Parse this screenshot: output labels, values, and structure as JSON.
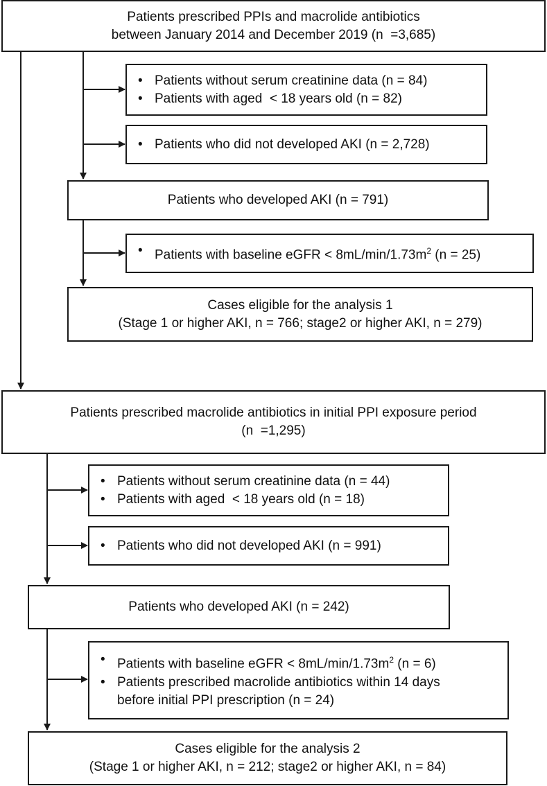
{
  "top_box": {
    "line1": "Patients prescribed PPIs and macrolide antibiotics",
    "line2": "between January 2014 and December 2019 (n  =3,685)"
  },
  "exclusion1a": {
    "items": [
      "Patients without serum creatinine data (n = 84)",
      "Patients with aged  < 18 years old (n = 82)"
    ]
  },
  "exclusion1b": {
    "items": [
      "Patients who did not developed AKI (n = 2,728)"
    ]
  },
  "aki1": {
    "text": "Patients who developed AKI (n = 791)"
  },
  "exclusion1c": {
    "prefix": "Patients with baseline eGFR < 8mL/min/1.73m",
    "sup": "2",
    "suffix": " (n = 25)"
  },
  "analysis1": {
    "line1": "Cases eligible for the analysis 1",
    "line2": "(Stage 1 or higher AKI, n = 766; stage2 or higher AKI, n = 279)"
  },
  "macrolide_box": {
    "line1": "Patients prescribed macrolide antibiotics in initial PPI exposure period",
    "line2": "(n  =1,295)"
  },
  "exclusion2a": {
    "items": [
      "Patients without serum creatinine data (n = 44)",
      "Patients with aged  < 18 years old (n = 18)"
    ]
  },
  "exclusion2b": {
    "items": [
      "Patients who did not developed AKI (n = 991)"
    ]
  },
  "aki2": {
    "text": "Patients who developed AKI (n = 242)"
  },
  "exclusion2c": {
    "item1_prefix": "Patients with baseline eGFR < 8mL/min/1.73m",
    "item1_sup": "2",
    "item1_suffix": " (n = 6)",
    "item2_line1": "Patients prescribed macrolide antibiotics within 14 days",
    "item2_line2": "before initial PPI prescription (n = 24)"
  },
  "analysis2": {
    "line1": "Cases eligible for the analysis 2",
    "line2": "(Stage 1 or higher AKI, n = 212; stage2 or higher AKI, n = 84)"
  }
}
